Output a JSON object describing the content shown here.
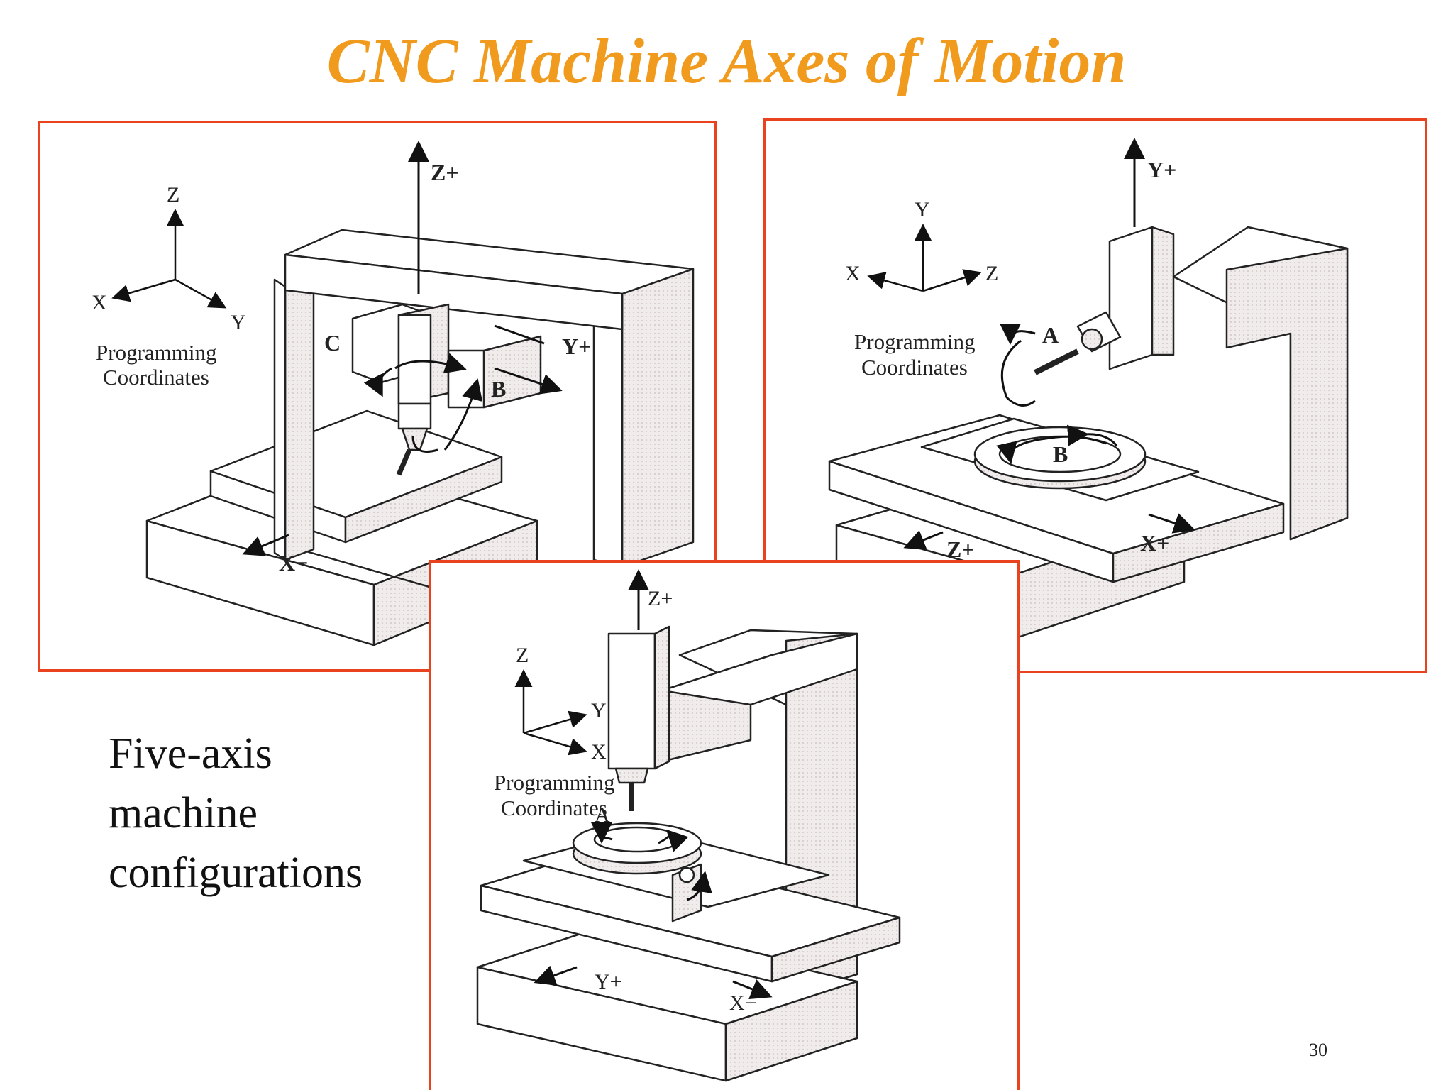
{
  "slide": {
    "title": "CNC Machine Axes of Motion",
    "caption_lines": [
      "Five-axis",
      "machine",
      "configurations"
    ],
    "page_number": "30",
    "accent_color": "#f19b1e",
    "frame_color": "#e8431e"
  },
  "gantry": {
    "coord_labels": {
      "z": "Z",
      "x": "X",
      "y": "Y"
    },
    "coord_caption": [
      "Programming",
      "Coordinates"
    ],
    "axis_labels": {
      "z": "Z+",
      "y": "Y+",
      "x": "X−",
      "c": "C",
      "b": "B"
    }
  },
  "horizontal": {
    "coord_labels": {
      "y": "Y",
      "x": "X",
      "z": "Z"
    },
    "coord_caption": [
      "Programming",
      "Coordinates"
    ],
    "axis_labels": {
      "y": "Y+",
      "a": "A",
      "b": "B",
      "z": "Z+",
      "x": "X+"
    }
  },
  "vertical": {
    "coord_labels": {
      "z": "Z",
      "y": "Y",
      "x": "X"
    },
    "coord_caption": [
      "Programming",
      "Coordinates"
    ],
    "axis_labels": {
      "z": "Z+",
      "a": "A",
      "y": "Y+",
      "x": "X−"
    }
  }
}
